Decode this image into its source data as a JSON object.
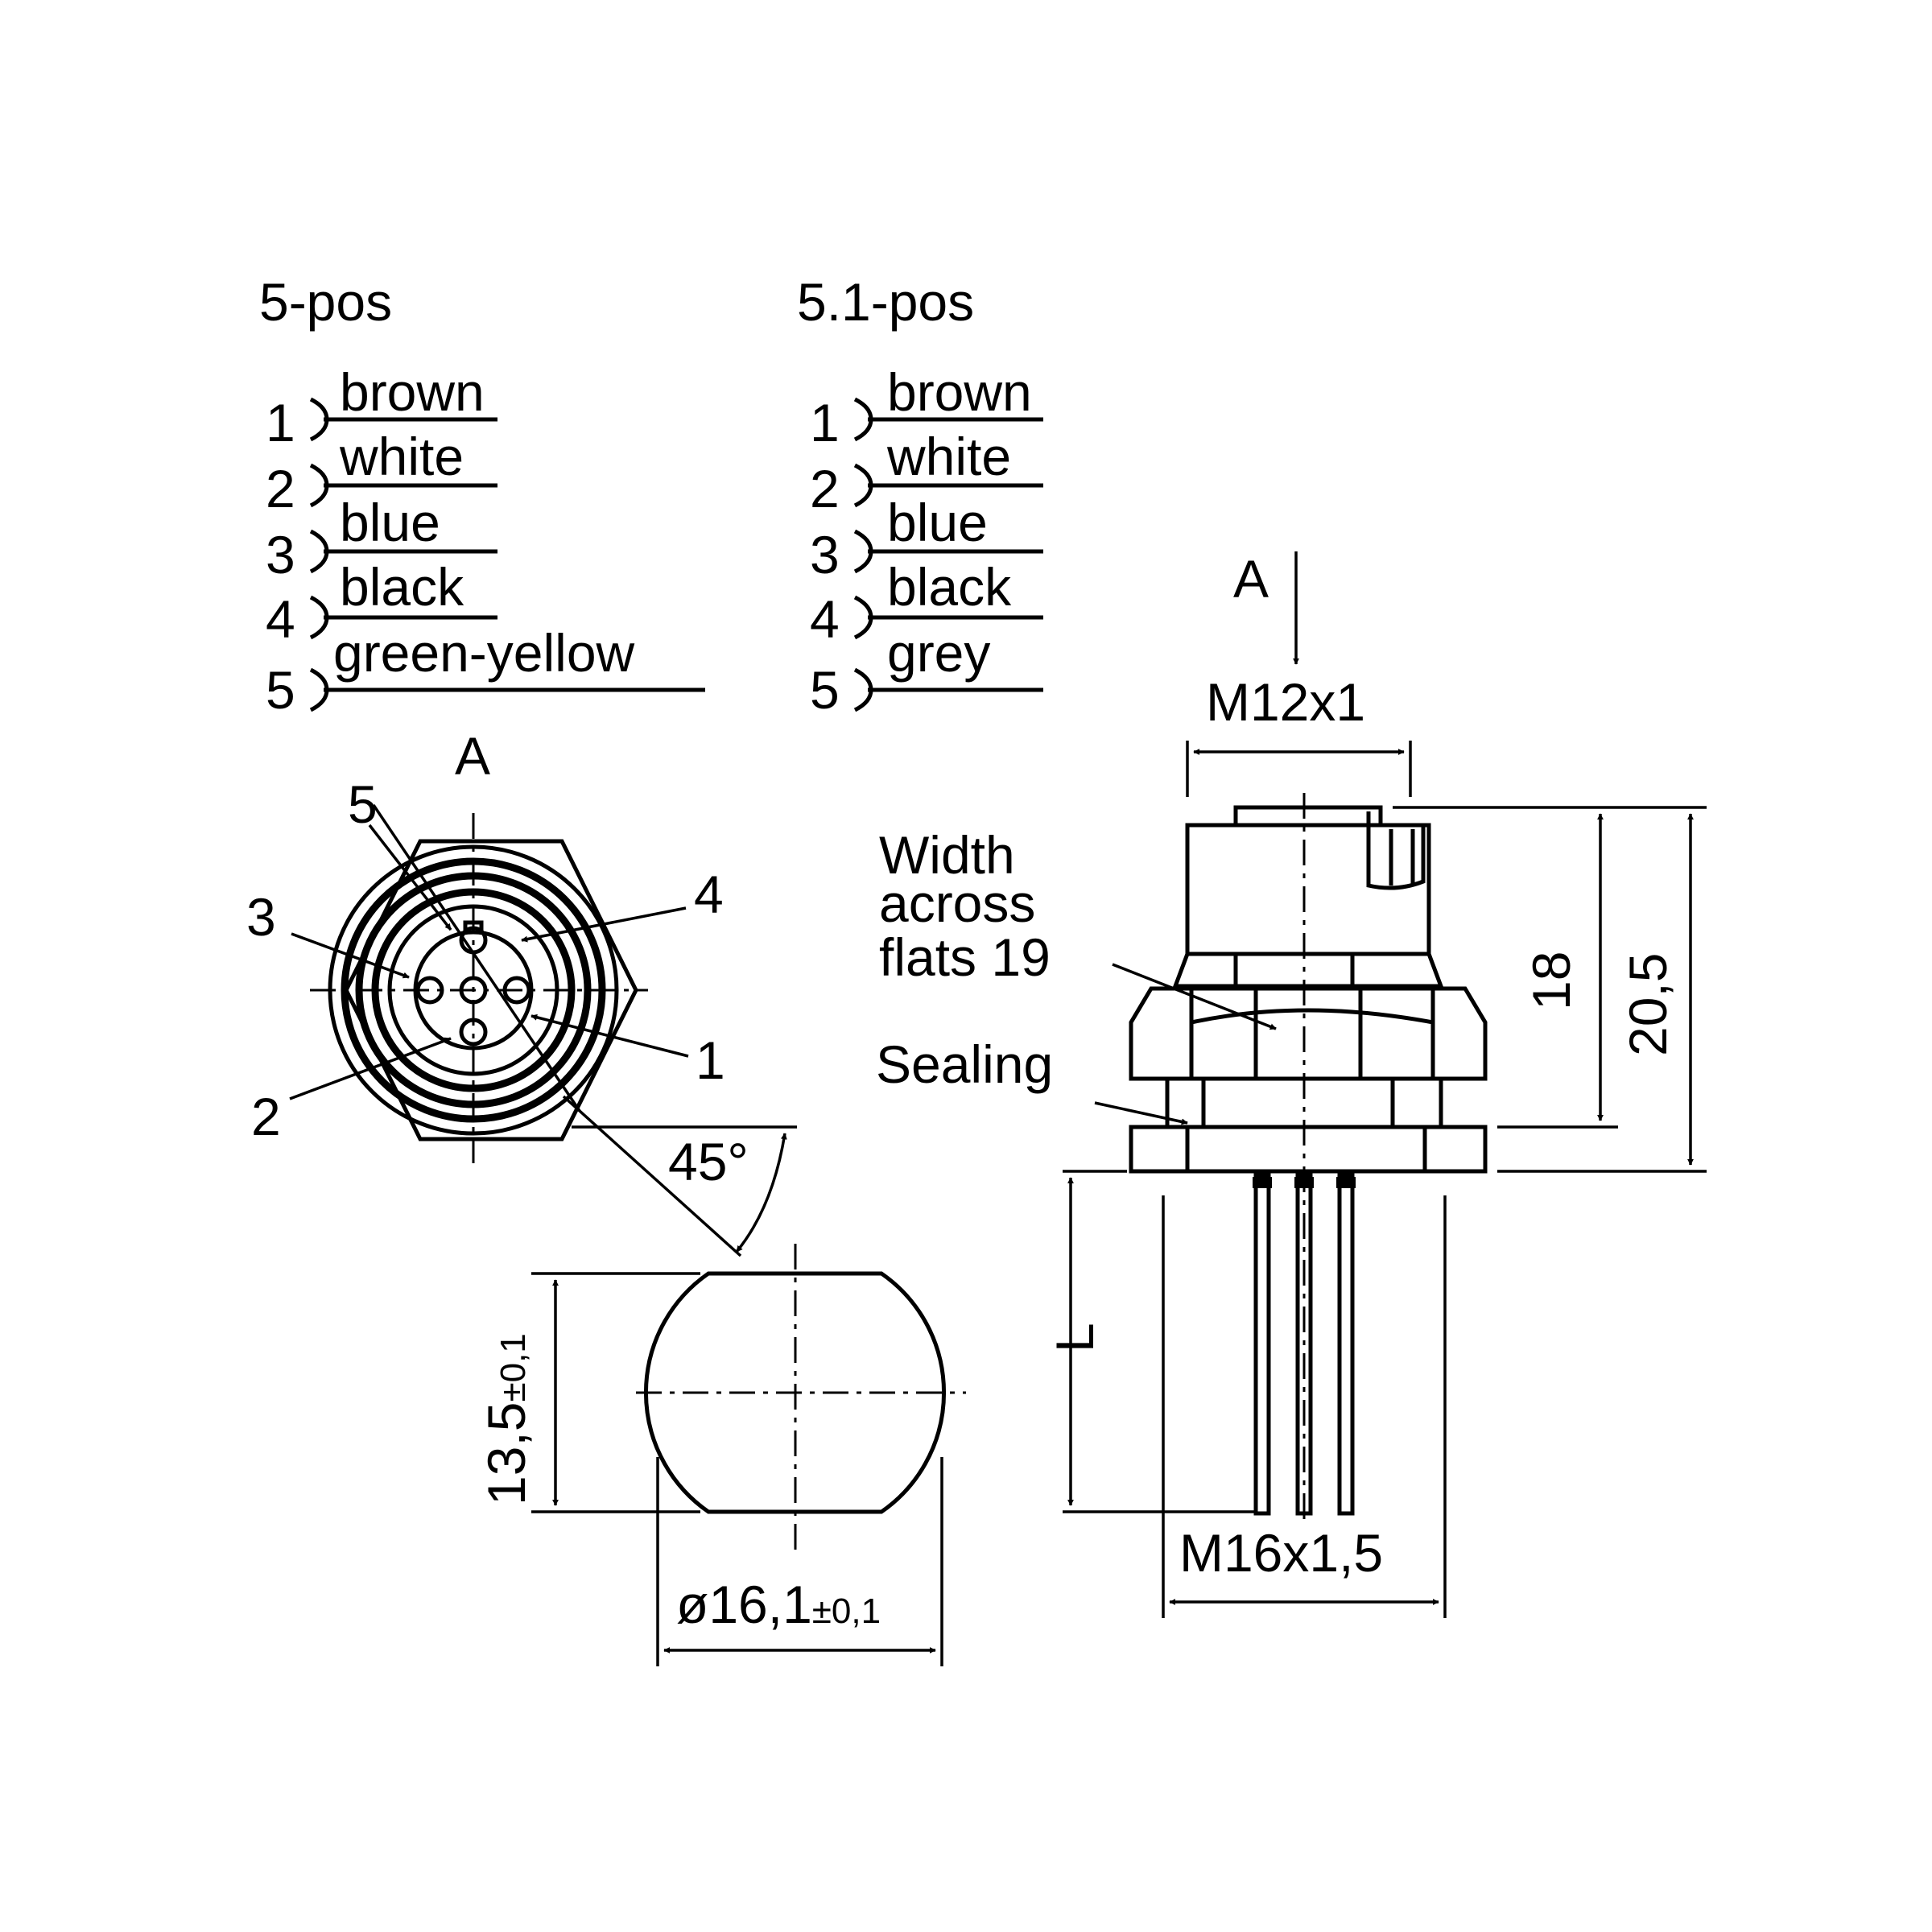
{
  "wiring": {
    "five_pos": {
      "title": "5-pos",
      "pins": [
        {
          "num": "1",
          "color": "brown"
        },
        {
          "num": "2",
          "color": "white"
        },
        {
          "num": "3",
          "color": "blue"
        },
        {
          "num": "4",
          "color": "black"
        },
        {
          "num": "5",
          "color": "green-yellow"
        }
      ]
    },
    "five_one_pos": {
      "title": "5.1-pos",
      "pins": [
        {
          "num": "1",
          "color": "brown"
        },
        {
          "num": "2",
          "color": "white"
        },
        {
          "num": "3",
          "color": "blue"
        },
        {
          "num": "4",
          "color": "black"
        },
        {
          "num": "5",
          "color": "grey"
        }
      ]
    }
  },
  "front_view": {
    "view_label": "A",
    "pin_callouts": [
      "1",
      "2",
      "3",
      "4",
      "5"
    ],
    "angle": "45°"
  },
  "panel_cutout": {
    "flat_dim": "13,5",
    "flat_tol": "±0,1",
    "dia_dim": "ø16,1",
    "dia_tol": "±0,1"
  },
  "side_view": {
    "view_label": "A",
    "thread_top": "M12x1",
    "thread_bottom": "M16x1,5",
    "dim_18": "18",
    "dim_20_5": "20,5",
    "dim_l": "L",
    "width_label_1": "Width",
    "width_label_2": "across",
    "width_label_3": "flats 19",
    "sealing_label": "Sealing"
  }
}
